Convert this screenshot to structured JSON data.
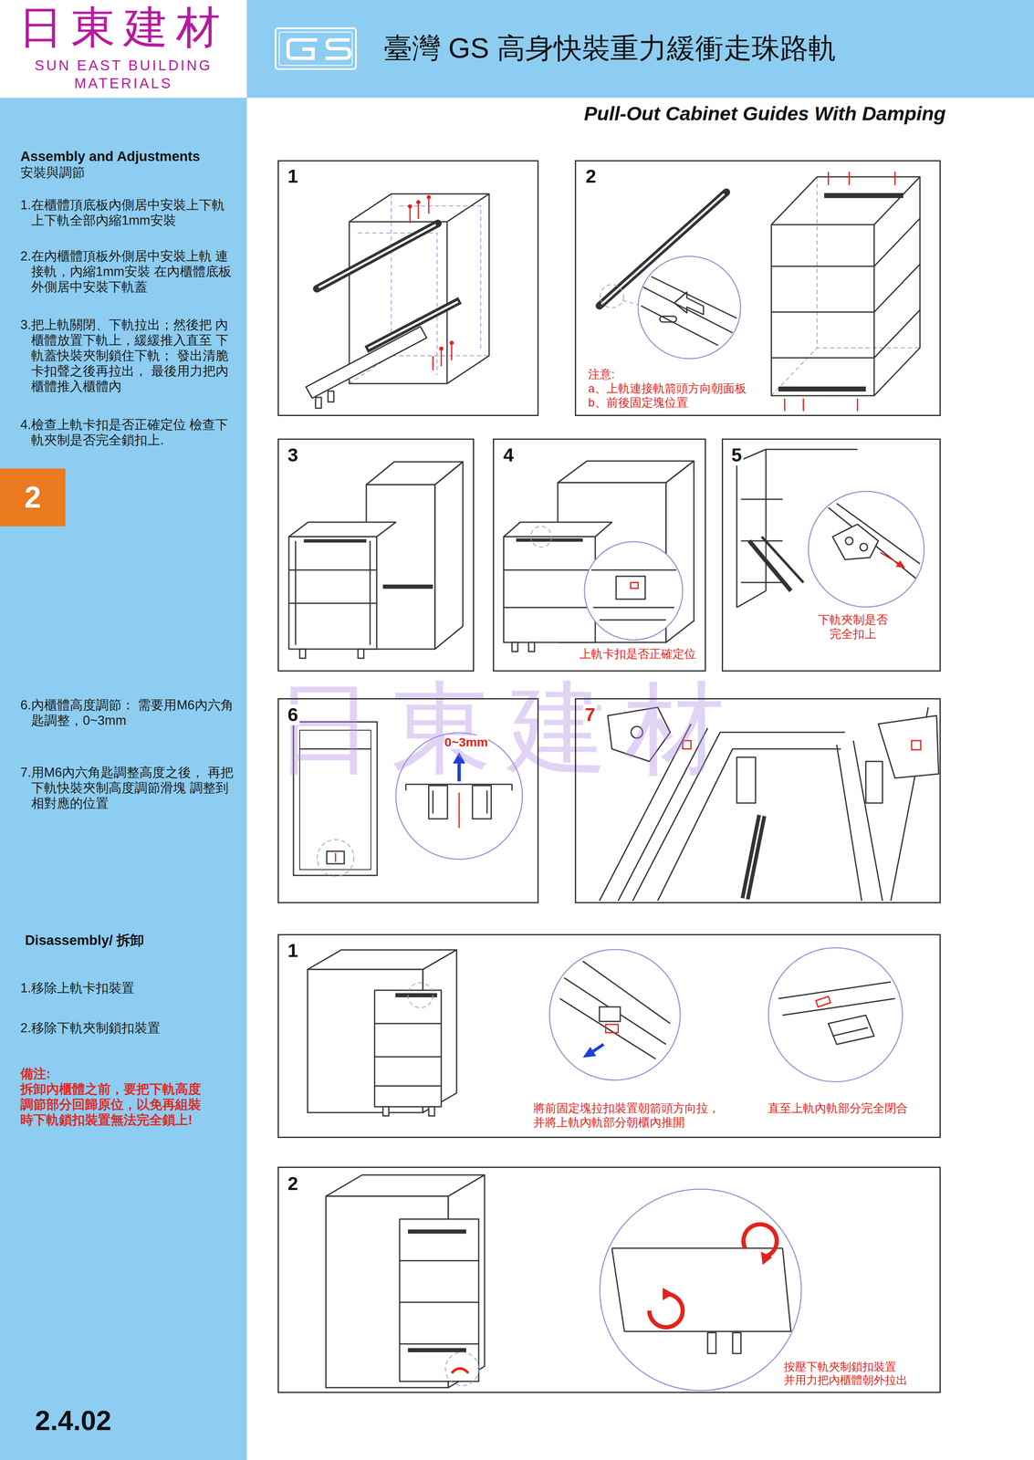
{
  "diagram": {
    "title": "臺灣 GS 高身快裝重力緩衝走珠路軌",
    "nodes": [
      {
        "text": [
          "日東建材",
          "SUN EAST BUILDING MATERIALS"
        ]
      },
      {
        "text": [
          "Assembly and Adjustments",
          "安裝與調節",
          "1.在櫃體頂底板內側居中安裝上下軌 上下軌全部內縮1mm安裝",
          "2.在內櫃體頂板外側居中安裝上軌 連接軌，內縮1mm安裝 在內櫃體底板外側居中安裝下軌蓋",
          "3.把上軌關閉、下軌拉出；然後把 內櫃體放置下軌上，緩緩推入直至 下軌蓋快裝夾制鎖住下軌； 發出清脆卡扣聲之後再拉出， 最後用力把內櫃體推入櫃體內",
          "4.檢查上軌卡扣是否正確定位 檢查下軌夾制是否完全鎖扣上.",
          "6.內櫃體高度調節： 需要用M6內六角匙調整，0~3mm",
          "7.用M6內六角匙調整高度之後， 再把下軌快裝夾制高度調節滑塊 調整到相對應的位置",
          "Disassembly/ 拆卸",
          "1.移除上軌卡扣裝置",
          "2.移除下軌夾制鎖扣裝置",
          "備注:",
          "拆卸內櫃體之前，要把下軌高度 調節部分回歸原位，以免再組裝 時下軌鎖扣裝置無法完全鎖上!",
          "2.4.02"
        ]
      },
      {
        "text": [
          "2"
        ],
        "in": 1
      },
      {
        "text": [
          "1"
        ]
      },
      {
        "text": [
          "2",
          "注意:",
          "a、上軌連接軌箭頭方向朝面板",
          "b、前後固定塊位置"
        ]
      },
      {
        "text": [
          "3"
        ]
      },
      {
        "text": [
          "4",
          "上軌卡扣是否正確定位"
        ]
      },
      {
        "text": [
          "5",
          "下軌夾制是否 完全扣上"
        ]
      },
      {
        "text": [
          "6",
          "0~3mm"
        ]
      },
      {
        "text": [
          "7"
        ]
      },
      {
        "text": [
          "1",
          "將前固定塊拉扣裝置朝箭頭方向拉， 并將上軌內軌部分朝櫃內推開",
          "直至上軌內軌部分完全閉合"
        ]
      },
      {
        "text": [
          "2",
          "按壓下軌夾制鎖扣裝置 并用力把內櫃體朝外拉出"
        ]
      }
    ],
    "labels": [
      "Pull-Out Cabinet Guides With Damping",
      "日東建材"
    ]
  }
}
